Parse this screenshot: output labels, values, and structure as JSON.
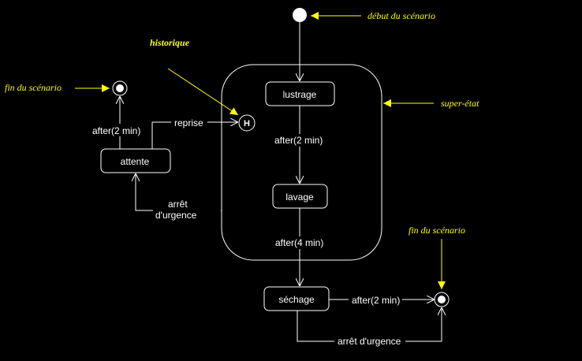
{
  "colors": {
    "background": "#000000",
    "line": "#ffffff",
    "annotation": "#ffff00"
  },
  "annotations": {
    "debut": "début du scénario",
    "historique": "historique",
    "fin_left": "fin du scénario",
    "super_etat": "super-état",
    "fin_right": "fin du scénario"
  },
  "states": {
    "lustrage": "lustrage",
    "lavage": "lavage",
    "attente": "attente",
    "sechage": "séchage",
    "history": "H"
  },
  "transitions": {
    "lustrage_lavage": "after(2 min)",
    "lavage_sechage": "after(4 min)",
    "attente_end": "after(2 min)",
    "reprise": "reprise",
    "arret_line1": "arrêt",
    "arret_line2": "d'urgence",
    "sechage_end": "after(2 min)",
    "sechage_arret": "arrêt d'urgence"
  }
}
